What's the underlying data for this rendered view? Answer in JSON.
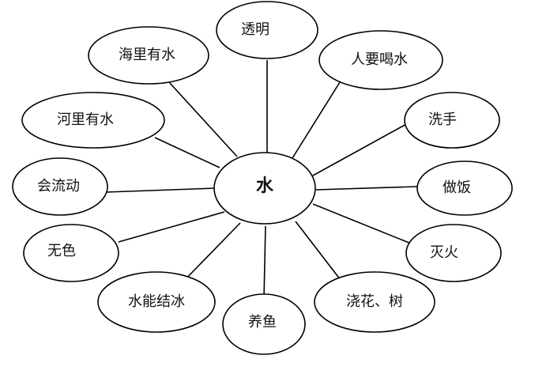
{
  "diagram": {
    "center_label": "水",
    "nodes": [
      {
        "id": "n1",
        "label": "透明"
      },
      {
        "id": "n2",
        "label": "人要喝水"
      },
      {
        "id": "n3",
        "label": "洗手"
      },
      {
        "id": "n4",
        "label": "做饭"
      },
      {
        "id": "n5",
        "label": "灭火"
      },
      {
        "id": "n6",
        "label": "浇花、树"
      },
      {
        "id": "n7",
        "label": "养鱼"
      },
      {
        "id": "n8",
        "label": "水能结冰"
      },
      {
        "id": "n9",
        "label": "无色"
      },
      {
        "id": "n10",
        "label": "会流动"
      },
      {
        "id": "n11",
        "label": "河里有水"
      },
      {
        "id": "n12",
        "label": "海里有水"
      }
    ]
  }
}
